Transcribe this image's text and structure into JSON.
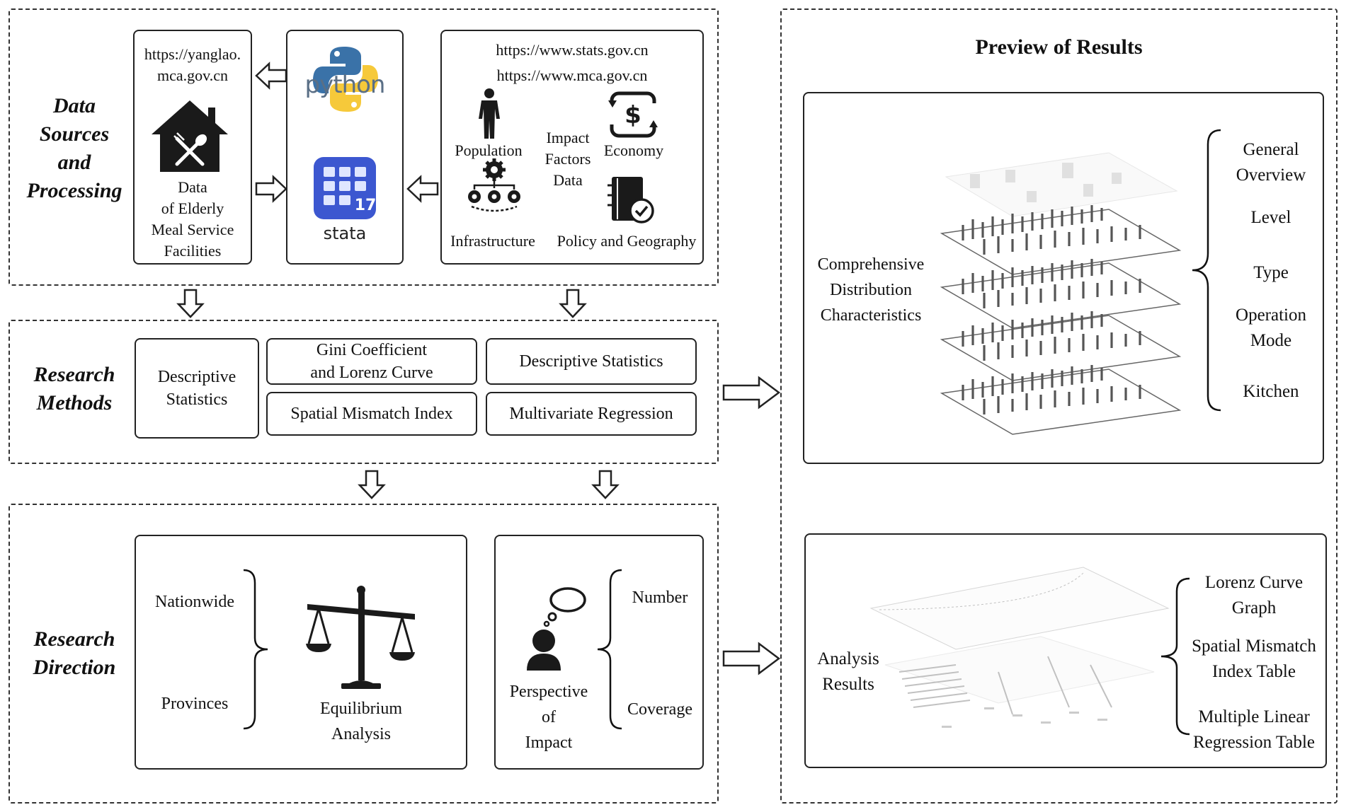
{
  "section1": {
    "title": "Data Sources and Processing",
    "title_lines": [
      "Data",
      "Sources",
      "and",
      "Processing"
    ],
    "url_yanglao_lines": [
      "https://yanglao.",
      "mca.gov.cn"
    ],
    "facility_label_lines": [
      "Data",
      "of Elderly",
      "Meal Service",
      "Facilities"
    ],
    "python_label": "python",
    "stata_label": "stata",
    "stata_version": "17",
    "url_stats": "https://www.stats.gov.cn",
    "url_mca": "https://www.mca.gov.cn",
    "factors": {
      "population": "Population",
      "center_lines": [
        "Impact",
        "Factors",
        "Data"
      ],
      "economy": "Economy",
      "infrastructure": "Infrastructure",
      "policy": "Policy and Geography"
    }
  },
  "section2": {
    "title_lines": [
      "Research",
      "Methods"
    ],
    "descriptive_left_lines": [
      "Descriptive",
      "Statistics"
    ],
    "gini_lines": [
      "Gini Coefficient",
      "and Lorenz Curve"
    ],
    "descriptive_right": "Descriptive Statistics",
    "spatial_mismatch": "Spatial Mismatch Index",
    "multivariate": "Multivariate Regression"
  },
  "section3": {
    "title_lines": [
      "Research",
      "Direction"
    ],
    "nationwide": "Nationwide",
    "provinces": "Provinces",
    "equilibrium_lines": [
      "Equilibrium",
      "Analysis"
    ],
    "perspective_lines": [
      "Perspective",
      "of",
      "Impact"
    ],
    "number": "Number",
    "coverage": "Coverage"
  },
  "preview": {
    "title": "Preview of Results",
    "panel1": {
      "left_lines": [
        "Comprehensive",
        "Distribution",
        "Characteristics"
      ],
      "items": [
        {
          "lines": [
            "General",
            "Overview"
          ]
        },
        {
          "lines": [
            "Level"
          ]
        },
        {
          "lines": [
            "Type"
          ]
        },
        {
          "lines": [
            "Operation",
            "Mode"
          ]
        },
        {
          "lines": [
            "Kitchen"
          ]
        }
      ]
    },
    "panel2": {
      "left_lines": [
        "Analysis",
        "Results"
      ],
      "items": [
        {
          "lines": [
            "Lorenz Curve",
            "Graph"
          ]
        },
        {
          "lines": [
            "Spatial Mismatch",
            "Index Table"
          ]
        },
        {
          "lines": [
            "Multiple Linear",
            "Regression Table"
          ]
        }
      ]
    }
  },
  "colors": {
    "python_blue": "#3a72a8",
    "python_yellow": "#f5c62f",
    "stata_blue": "#3c57d0",
    "icon_dark": "#1a1a1a"
  }
}
